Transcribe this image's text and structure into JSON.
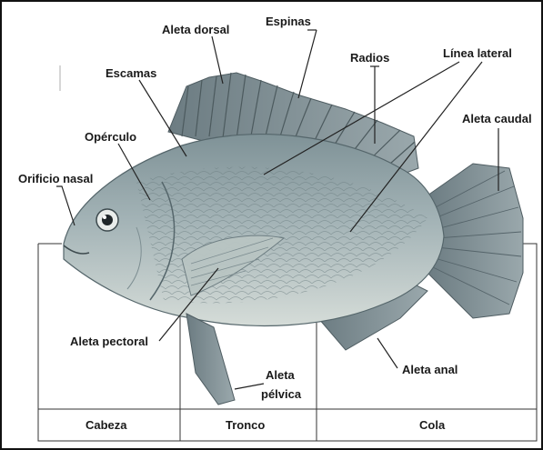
{
  "labels": {
    "aleta_dorsal": "Aleta dorsal",
    "espinas": "Espinas",
    "radios": "Radios",
    "linea_lateral": "Línea lateral",
    "escamas": "Escamas",
    "opérculo": "Opérculo",
    "aleta_caudal": "Aleta caudal",
    "orificio_nasal": "Orificio nasal",
    "aleta_pectoral": "Aleta pectoral",
    "aleta_anal": "Aleta anal",
    "aleta_pelvica_1": "Aleta",
    "aleta_pelvica_2": "pélvica"
  },
  "regions": {
    "cabeza": "Cabeza",
    "tronco": "Tronco",
    "cola": "Cola"
  },
  "colors": {
    "body": "#9fb0b4",
    "body_dark": "#6f8186",
    "fin": "#7e8d93",
    "belly": "#c9d2cf"
  }
}
